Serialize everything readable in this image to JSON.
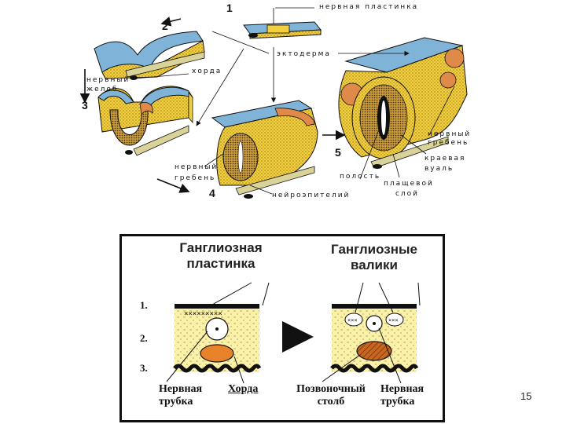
{
  "top_figure": {
    "numbers": [
      "1",
      "2",
      "3",
      "4",
      "5"
    ],
    "labels": {
      "neural_plate": "нервная пластинка",
      "ectoderm": "эктодерма",
      "notochord": "хорда",
      "neural_groove": "нервный желоб",
      "neural_crest_left": "нервный гребень",
      "neural_crest_right": "нервный гребень",
      "cavity": "полость",
      "neuroepithelium": "нейроэпителий",
      "marginal_veil": "краевая вуаль",
      "mantle_layer": "плащевой слой"
    }
  },
  "bottom_figure": {
    "left_heading": "Ганглиозная пластинка",
    "right_heading": "Ганглиозные валики",
    "row_numbers": [
      "1.",
      "2.",
      "3."
    ],
    "left_labels": [
      "Нервная трубка",
      "Хорда"
    ],
    "right_labels": [
      "Позвоночный столб",
      "Нервная трубка"
    ]
  },
  "page_number": "15",
  "colors": {
    "ectoderm_blue": "#7fb4d8",
    "mesoderm_yellow": "#f2cf3c",
    "endoderm_beige": "#d9d39a",
    "crest_orange": "#e08a4a",
    "notochord_orange": "#e8822a"
  }
}
